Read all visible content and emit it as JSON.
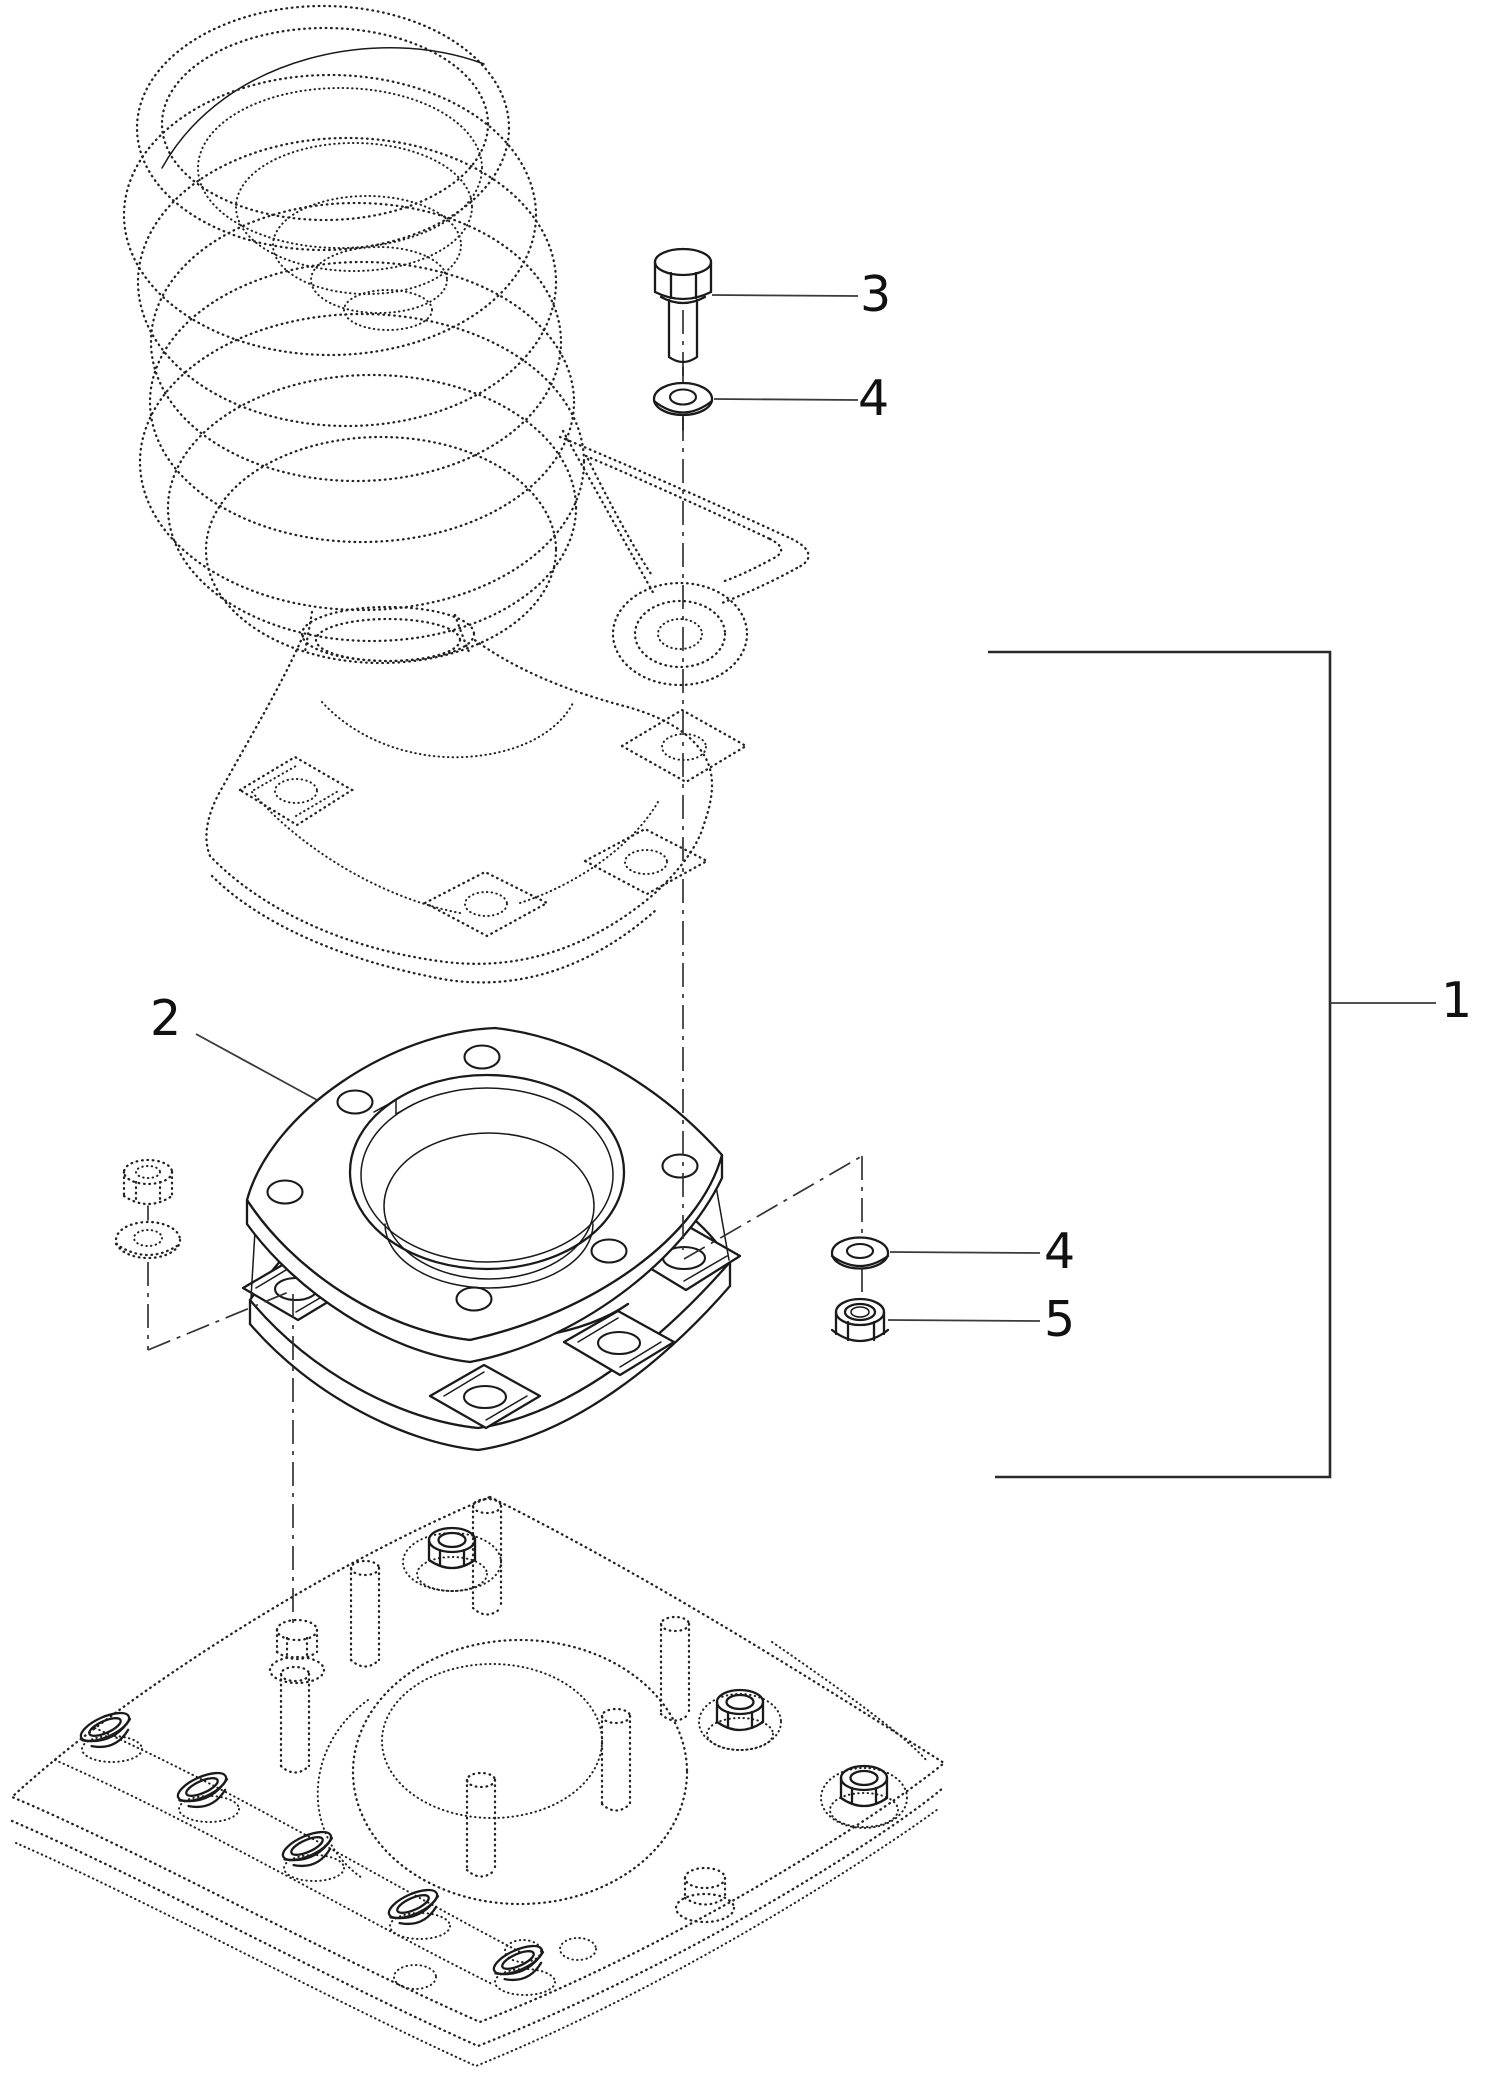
{
  "diagram": {
    "kind": "exploded-parts-diagram",
    "colors": {
      "line": "#1a1a1a",
      "background": "#ffffff"
    },
    "callouts": [
      {
        "number": "1",
        "target": "fastener-kit-bracket"
      },
      {
        "number": "2",
        "target": "adapter-flange"
      },
      {
        "number": "3",
        "target": "hex-bolt"
      },
      {
        "number": "4",
        "target": "washer-upper"
      },
      {
        "number": "4",
        "target": "washer-lower"
      },
      {
        "number": "5",
        "target": "flange-lock-nut"
      }
    ]
  }
}
